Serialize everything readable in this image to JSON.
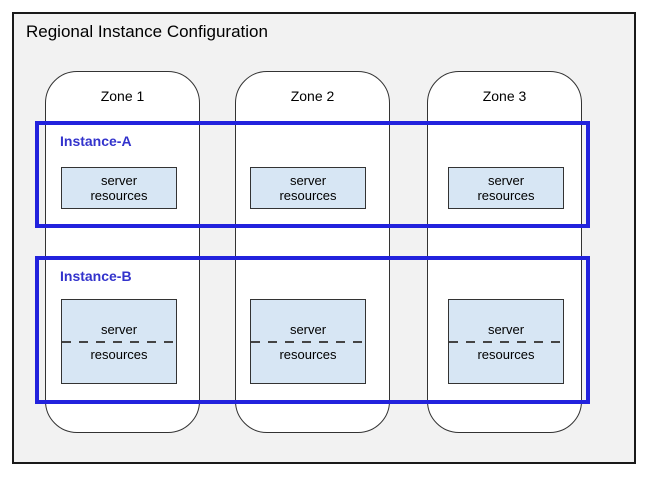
{
  "title": "Regional Instance Configuration",
  "zones": [
    {
      "label": "Zone 1"
    },
    {
      "label": "Zone 2"
    },
    {
      "label": "Zone 3"
    }
  ],
  "instances": [
    {
      "label": "Instance-A",
      "resources": [
        {
          "line1": "server",
          "line2": "resources"
        },
        {
          "line1": "server",
          "line2": "resources"
        },
        {
          "line1": "server",
          "line2": "resources"
        }
      ]
    },
    {
      "label": "Instance-B",
      "split_resources": true,
      "resources": [
        {
          "line1": "server",
          "line2": "resources"
        },
        {
          "line1": "server",
          "line2": "resources"
        },
        {
          "line1": "server",
          "line2": "resources"
        }
      ]
    }
  ],
  "colors": {
    "region_background": "#f2f2f2",
    "region_border": "#1a1a1a",
    "zone_fill": "#ffffff",
    "zone_border": "#333333",
    "instance_border": "#2222dd",
    "instance_label_text": "#3333cc",
    "resource_fill": "#d7e6f4",
    "resource_border": "#333333"
  }
}
